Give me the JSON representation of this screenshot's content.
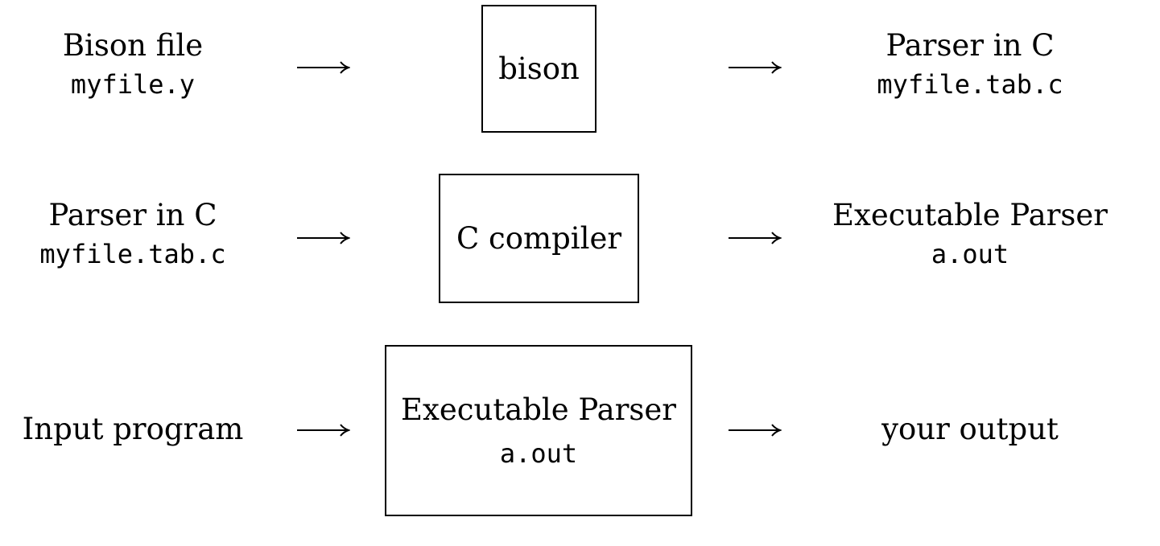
{
  "rows": [
    {
      "input": {
        "title": "Bison file",
        "file": "myfile.y"
      },
      "process": {
        "title": "bison",
        "file": ""
      },
      "output": {
        "title": "Parser in C",
        "file": "myfile.tab.c"
      }
    },
    {
      "input": {
        "title": "Parser in C",
        "file": "myfile.tab.c"
      },
      "process": {
        "title": "C compiler",
        "file": ""
      },
      "output": {
        "title": "Executable Parser",
        "file": "a.out"
      }
    },
    {
      "input": {
        "title": "Input program",
        "file": ""
      },
      "process": {
        "title": "Executable Parser",
        "file": "a.out"
      },
      "output": {
        "title": "your output",
        "file": ""
      }
    }
  ]
}
